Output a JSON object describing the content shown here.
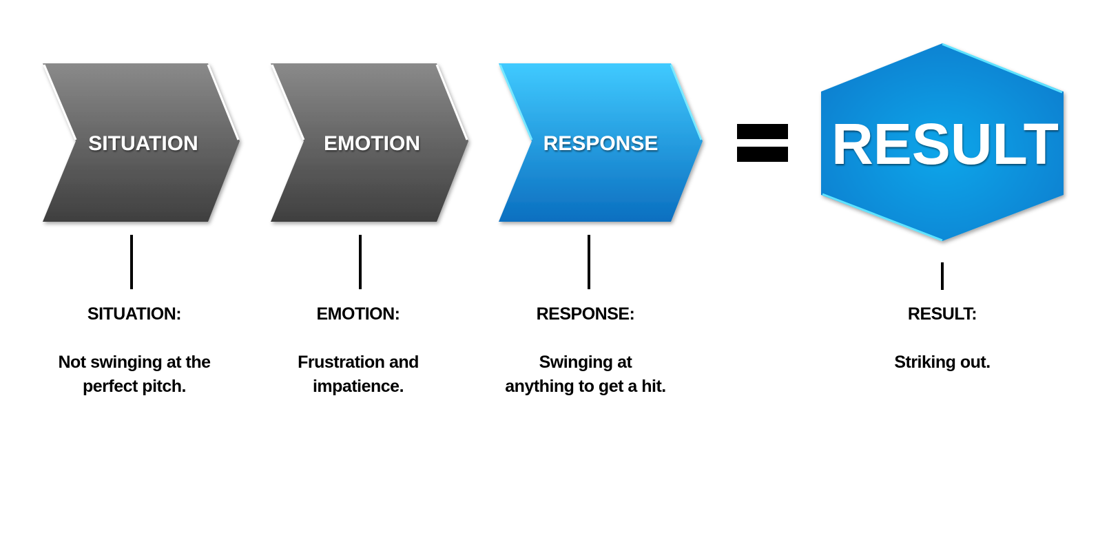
{
  "diagram": {
    "steps": [
      {
        "id": "situation",
        "shape_label": "SITUATION",
        "title": "SITUATION:",
        "description": "Not swinging at the perfect pitch.",
        "fill_top": "#8a8a8a",
        "fill_bottom": "#3f3f3f"
      },
      {
        "id": "emotion",
        "shape_label": "EMOTION",
        "title": "EMOTION:",
        "description": "Frustration and impatience.",
        "fill_top": "#8a8a8a",
        "fill_bottom": "#3f3f3f"
      },
      {
        "id": "response",
        "shape_label": "RESPONSE",
        "title": "RESPONSE:",
        "description": "Swinging at anything to get a hit.",
        "fill_top": "#40caff",
        "fill_bottom": "#0b6fc0"
      }
    ],
    "operator": "=",
    "result": {
      "shape_label": "RESULT",
      "title": "RESULT:",
      "description": "Striking out.",
      "fill": "#0896e0",
      "edge_highlight": "#5fe3ff"
    }
  }
}
